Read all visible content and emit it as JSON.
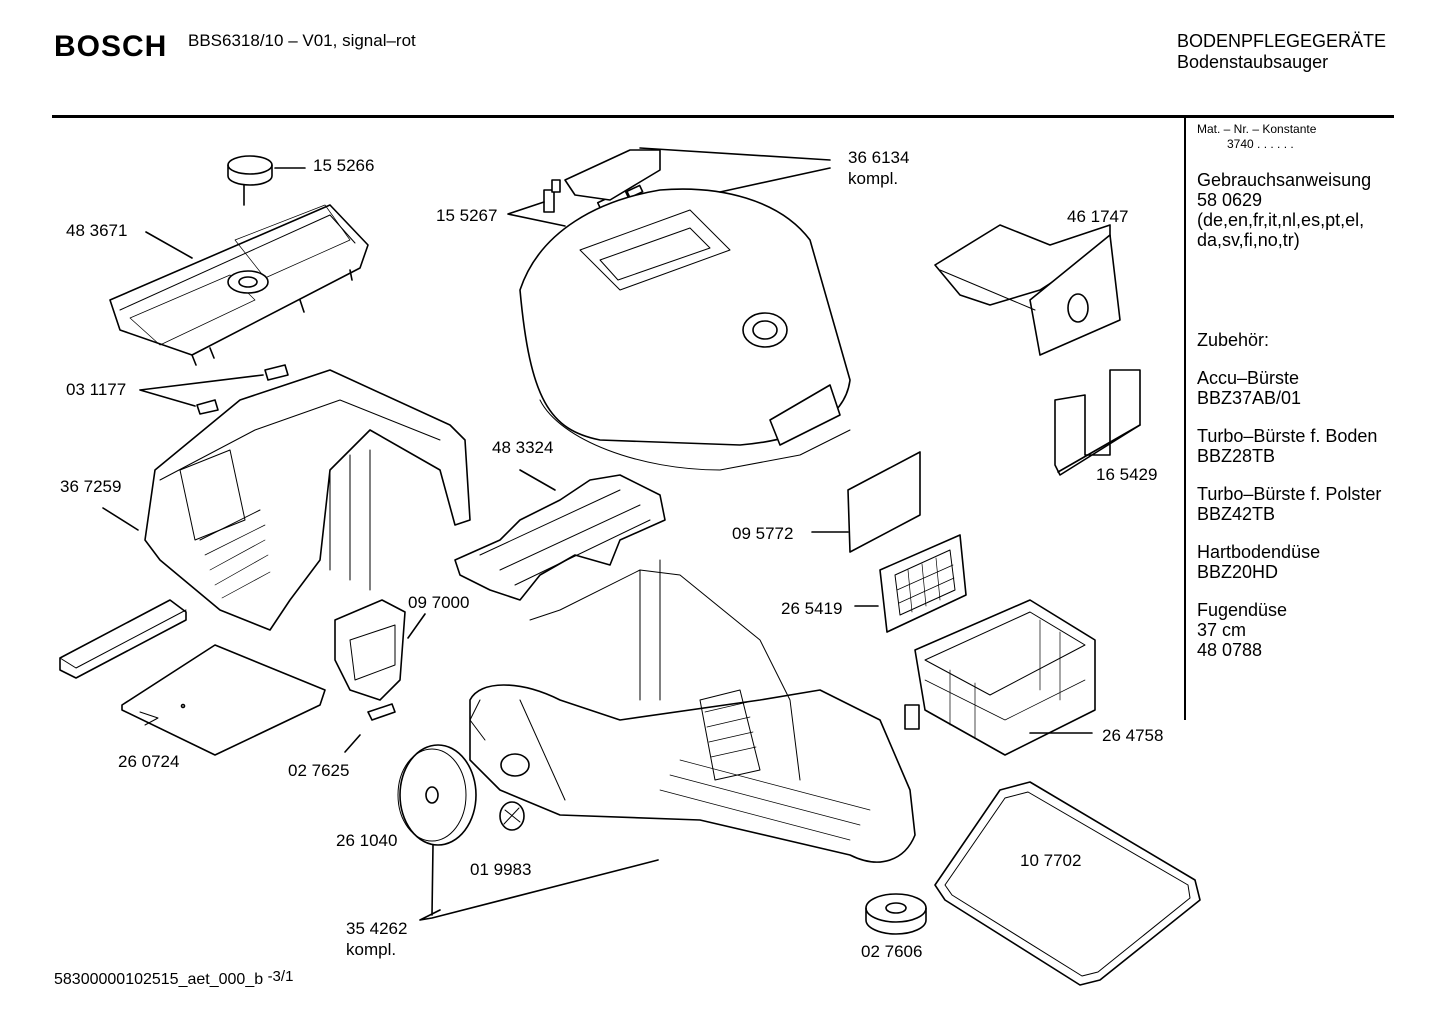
{
  "header": {
    "brand": "BOSCH",
    "model": "BBS6318/10 – V01,  signal–rot",
    "category": "BODENPFLEGEGERÄTE",
    "subcategory": "Bodenstaubsauger"
  },
  "sidebar": {
    "mat_label": "Mat. – Nr. – Konstante",
    "mat_value": "3740  .  .    .  .  .  .",
    "manual_title": "Gebrauchsanweisung",
    "manual_number": "58 0629",
    "manual_langs_1": "(de,en,fr,it,nl,es,pt,el,",
    "manual_langs_2": "da,sv,fi,no,tr)",
    "accessories_title": "Zubehör:",
    "accessories": [
      {
        "name": "Accu–Bürste",
        "code": "BBZ37AB/01"
      },
      {
        "name": "Turbo–Bürste f. Boden",
        "code": "BBZ28TB"
      },
      {
        "name": "Turbo–Bürste f. Polster",
        "code": "BBZ42TB"
      },
      {
        "name": "Hartbodendüse",
        "code": "BBZ20HD"
      }
    ],
    "nozzle": {
      "name": "Fugendüse",
      "size": "37 cm",
      "code": "48 0788"
    }
  },
  "parts": {
    "p155266": "15 5266",
    "p483671": "48 3671",
    "p155267": "15 5267",
    "p366134": "36 6134",
    "p366134_note": "kompl.",
    "p461747": "46 1747",
    "p031177": "03 1177",
    "p367259": "36 7259",
    "p483324": "48 3324",
    "p165429": "16 5429",
    "p095772": "09 5772",
    "p097000": "09 7000",
    "p265419": "26 5419",
    "p264758": "26 4758",
    "p260724": "26 0724",
    "p027625": "02 7625",
    "p261040": "26 1040",
    "p019983": "01 9983",
    "p107702": "10 7702",
    "p354262": "35 4262",
    "p354262_note": "kompl.",
    "p027606": "02 7606"
  },
  "footer": {
    "doc_id": "58300000102515_aet_000_b",
    "page": "-3/1"
  }
}
